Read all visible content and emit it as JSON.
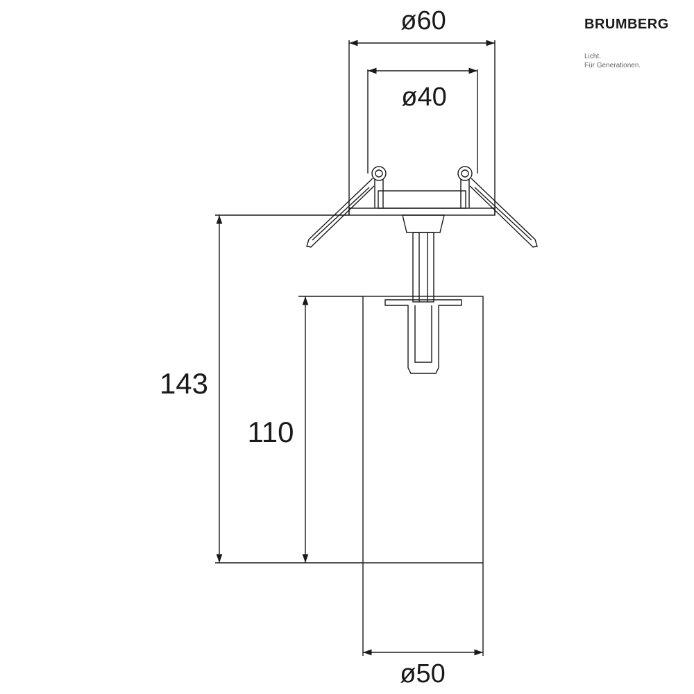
{
  "dimensions": {
    "outer_diameter": "ø60",
    "inner_diameter": "ø40",
    "total_height": "143",
    "body_height": "110",
    "body_diameter": "ø50"
  },
  "brand": {
    "name": "BRUMBERG",
    "tagline_1": "Licht.",
    "tagline_2": "Für Generationen."
  }
}
